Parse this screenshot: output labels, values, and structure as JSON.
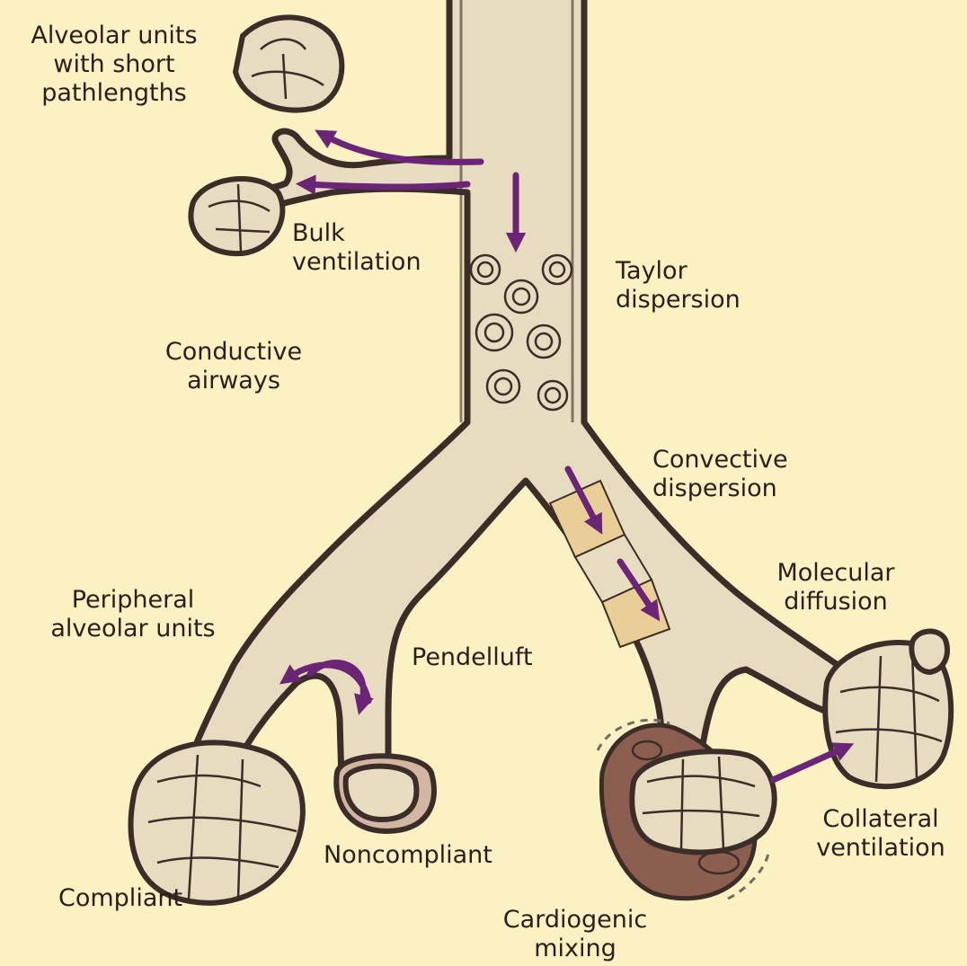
{
  "labels": {
    "alveolar_short_1": "Alveolar units",
    "alveolar_short_2": "with short",
    "alveolar_short_3": "pathlengths",
    "bulk_1": "Bulk",
    "bulk_2": "ventilation",
    "taylor_1": "Taylor",
    "taylor_2": "dispersion",
    "conductive_1": "Conductive",
    "conductive_2": "airways",
    "convective_1": "Convective",
    "convective_2": "dispersion",
    "molecular_1": "Molecular",
    "molecular_2": "diffusion",
    "peripheral_1": "Peripheral",
    "peripheral_2": "alveolar units",
    "pendelluft": "Pendelluft",
    "collateral_1": "Collateral",
    "collateral_2": "ventilation",
    "noncompliant": "Noncompliant",
    "compliant": "Compliant",
    "cardiogenic_1": "Cardiogenic",
    "cardiogenic_2": "mixing"
  },
  "colors": {
    "background": "#fcf1c2",
    "airway_fill": "#e7dcc0",
    "airway_outline": "#3b2e28",
    "arrow": "#6b2577",
    "heart": "#8c5e4f",
    "noncompliant_fill": "#d3b6a2",
    "convective_band": "#e9cf97"
  }
}
